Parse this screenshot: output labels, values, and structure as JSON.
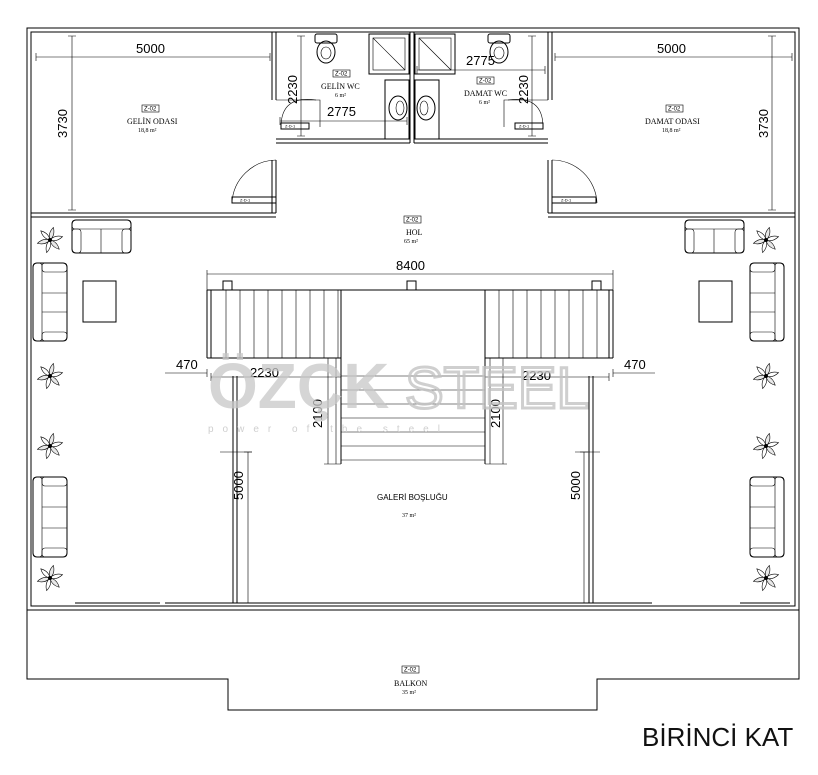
{
  "drawing_title": "BİRİNCİ KAT",
  "watermark": {
    "brand_left": "ÖZÇK",
    "brand_right": "STEEL",
    "tagline": "power of the steel"
  },
  "rooms": {
    "gelin_odasi": {
      "tag": "Z-02",
      "name": "GELİN ODASI",
      "area": "18,8 m²"
    },
    "gelin_wc": {
      "tag": "Z-02",
      "name": "GELİN WC",
      "area": "6 m²"
    },
    "damat_wc": {
      "tag": "Z-02",
      "name": "DAMAT WC",
      "area": "6 m²"
    },
    "damat_odasi": {
      "tag": "Z-02",
      "name": "DAMAT ODASI",
      "area": "18,8 m²"
    },
    "hol": {
      "tag": "Z-02",
      "name": "HOL",
      "area": "65 m²"
    },
    "galeri": {
      "name": "GALERİ BOŞLUĞU",
      "area": "37 m²"
    },
    "balkon": {
      "tag": "Z-02",
      "name": "BALKON",
      "area": "35 m²"
    }
  },
  "dimensions": {
    "gelin_width": "5000",
    "gelin_height": "3730",
    "damat_width": "5000",
    "damat_height": "3730",
    "gelin_wc_height": "2230",
    "gelin_wc_width": "2775",
    "damat_wc_width": "2775",
    "damat_wc_height": "2230",
    "stair_width": "8400",
    "left_offset": "470",
    "right_offset": "470",
    "left_landing": "2230",
    "right_landing": "2230",
    "left_stair_run": "2100",
    "right_stair_run": "2100",
    "left_gallery": "5000",
    "right_gallery": "5000"
  },
  "door_tags": {
    "gelin_odasi_door": "Z-D-1",
    "gelin_wc_door": "Z-D-1",
    "damat_wc_door": "Z-D-1",
    "damat_odasi_door": "Z-D-1"
  }
}
